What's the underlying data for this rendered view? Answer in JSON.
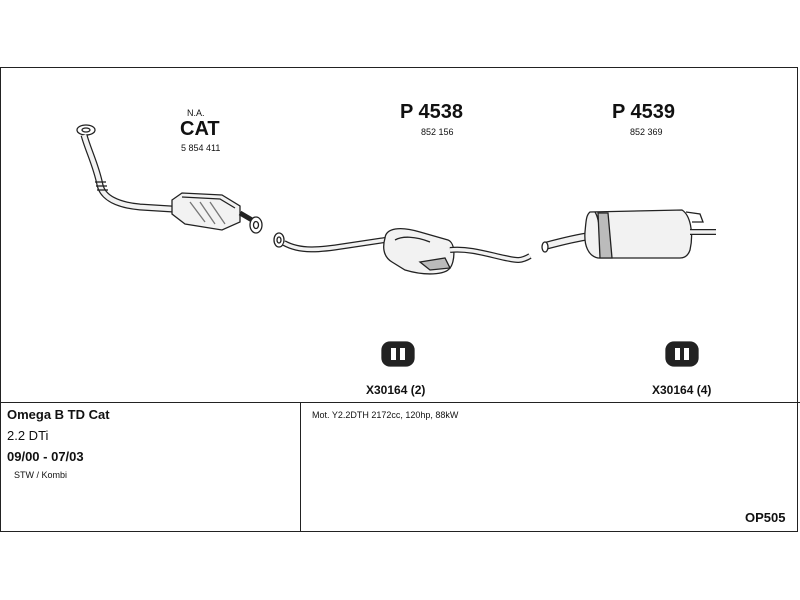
{
  "parts": {
    "cat": {
      "note": "N.A.",
      "label": "CAT",
      "number": "5 854 411"
    },
    "front_silencer": {
      "label": "P 4538",
      "number": "852 156"
    },
    "rear_silencer": {
      "label": "P 4539",
      "number": "852 369"
    },
    "mount_front": {
      "label": "X30164 (2)"
    },
    "mount_rear": {
      "label": "X30164 (4)"
    }
  },
  "vehicle": {
    "model": "Omega B TD Cat",
    "engine": "2.2 DTi",
    "years": "09/00 - 07/03",
    "body": "STW / Kombi"
  },
  "spec": "Mot. Y2.2DTH 2172cc, 120hp, 88kW",
  "ref": "OP505",
  "colors": {
    "line": "#222222",
    "fill": "#f2f2f2",
    "shade": "#bbbbbb"
  }
}
